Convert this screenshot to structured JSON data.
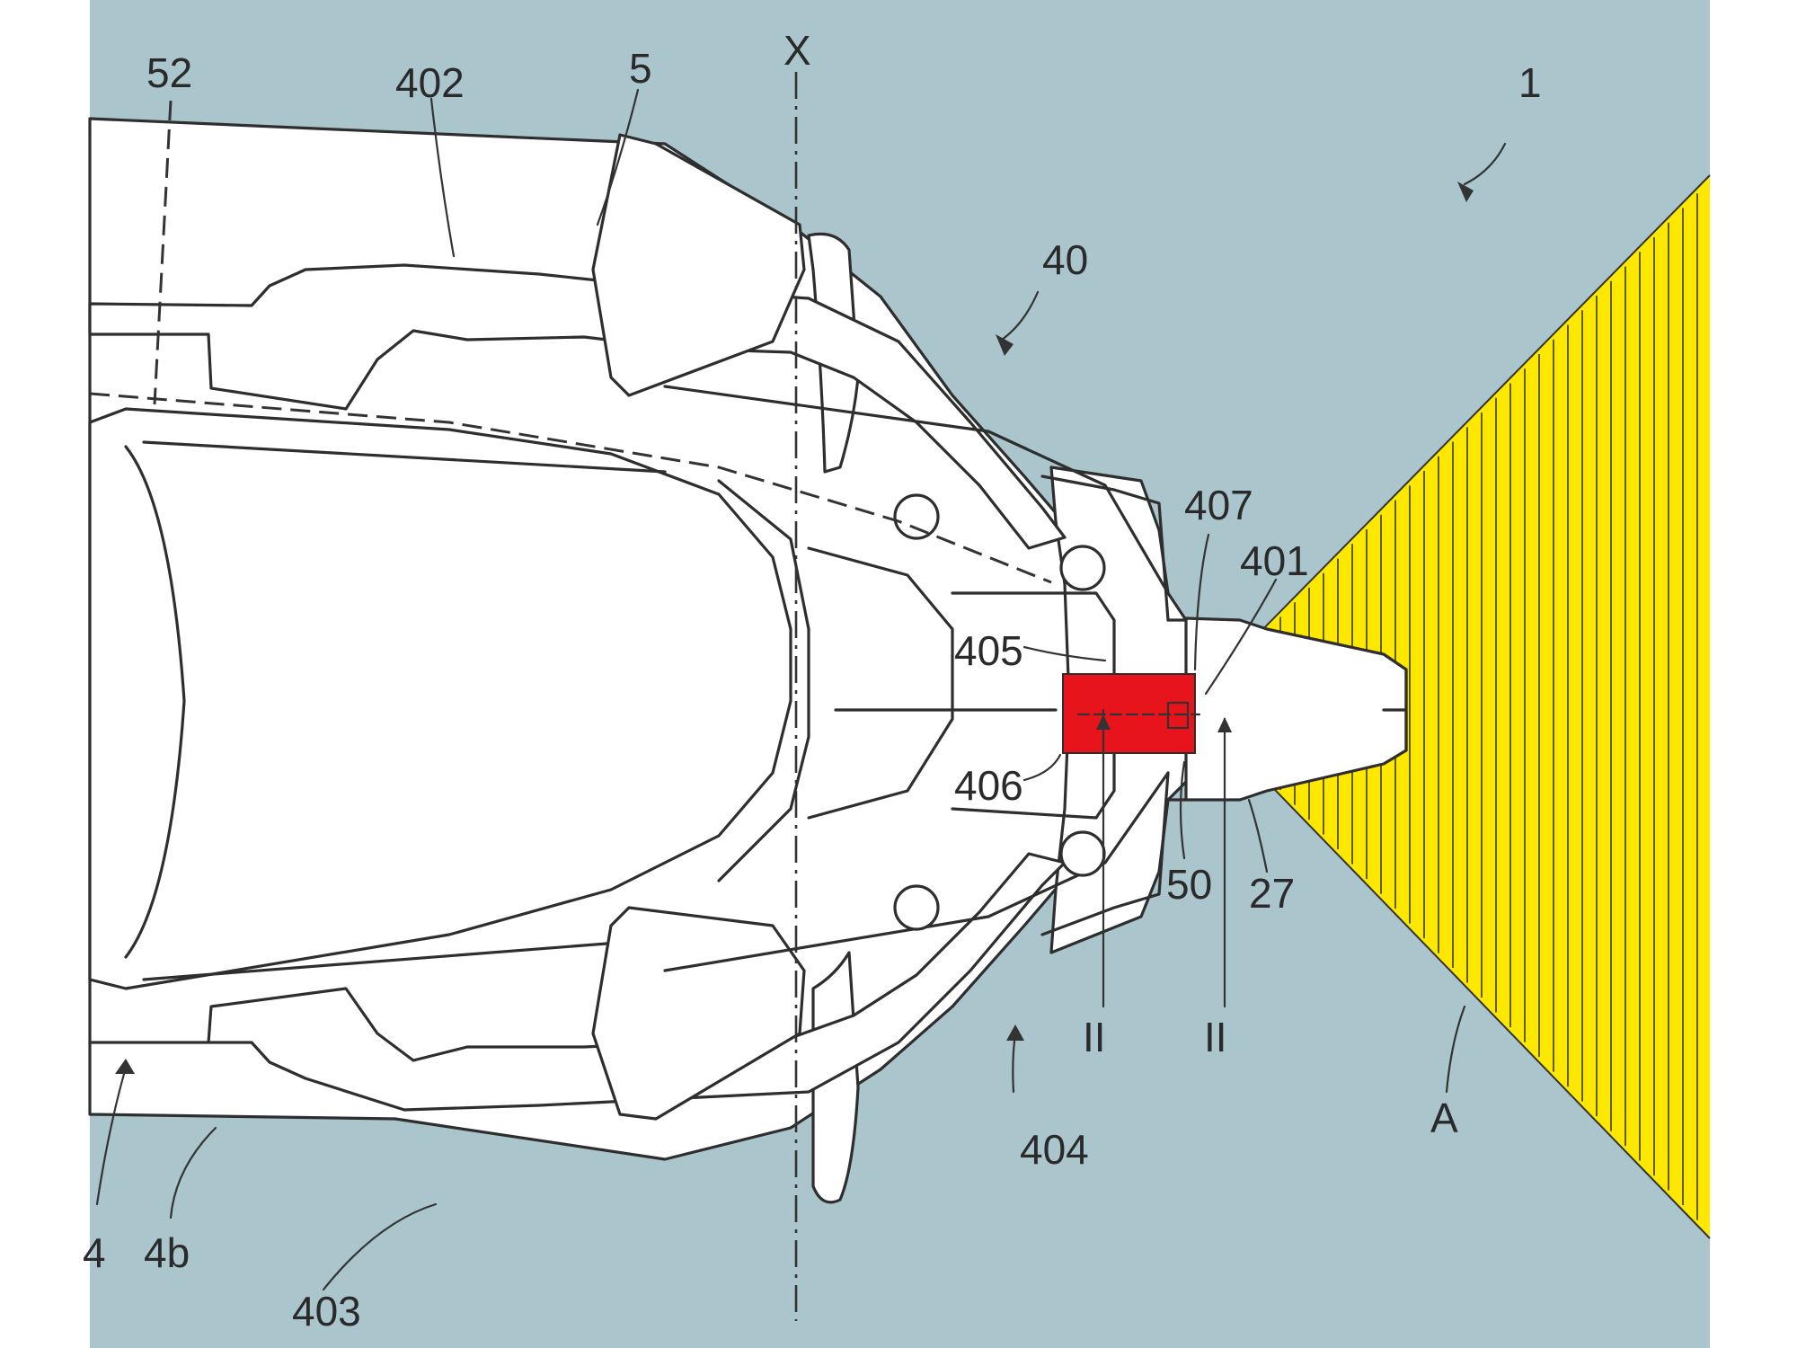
{
  "labels": {
    "l1": "1",
    "l52": "52",
    "l402": "402",
    "l5": "5",
    "lX": "X",
    "l40": "40",
    "l407": "407",
    "l401": "401",
    "l405": "405",
    "l406": "406",
    "l50": "50",
    "l27": "27",
    "l4b": "4b",
    "l4a": "4",
    "l404": "404",
    "l403": "403",
    "lII1": "II",
    "lII2": "II",
    "lA": "A"
  },
  "colors": {
    "background": "#aac6cc",
    "beam": "#ffe800",
    "sensor": "#e8141b",
    "line": "#2e2e2e",
    "body": "#ffffff"
  }
}
